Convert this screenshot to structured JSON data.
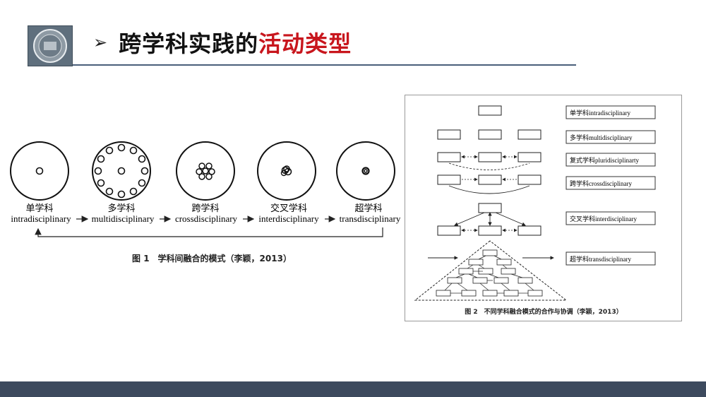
{
  "slide": {
    "bullet": "➢",
    "title_main": "跨学科实践的",
    "title_accent": "活动类型"
  },
  "colors": {
    "accent": "#c8161d",
    "rule": "#4a5f7a",
    "footer": "#3d4a5e"
  },
  "figure1": {
    "types": [
      {
        "cn": "单学科",
        "en": "intradisciplinary"
      },
      {
        "cn": "多学科",
        "en": "multidisciplinary"
      },
      {
        "cn": "跨学科",
        "en": "crossdisciplinary"
      },
      {
        "cn": "交叉学科",
        "en": "interdisciplinary"
      },
      {
        "cn": "超学科",
        "en": "transdisciplinary"
      }
    ],
    "caption": "图 1　学科间融合的模式（李颖，2013）"
  },
  "figure2": {
    "levels": [
      "单学科intradisciplinary",
      "多学科multidisciplinary",
      "复式学科pluridisciplinarty",
      "跨学科crossdisciplinary",
      "交叉学科interdisciplinary",
      "超学科transdisciplinary"
    ],
    "caption": "图 2　不同学科融合模式的合作与协调（李颖，2013）"
  }
}
